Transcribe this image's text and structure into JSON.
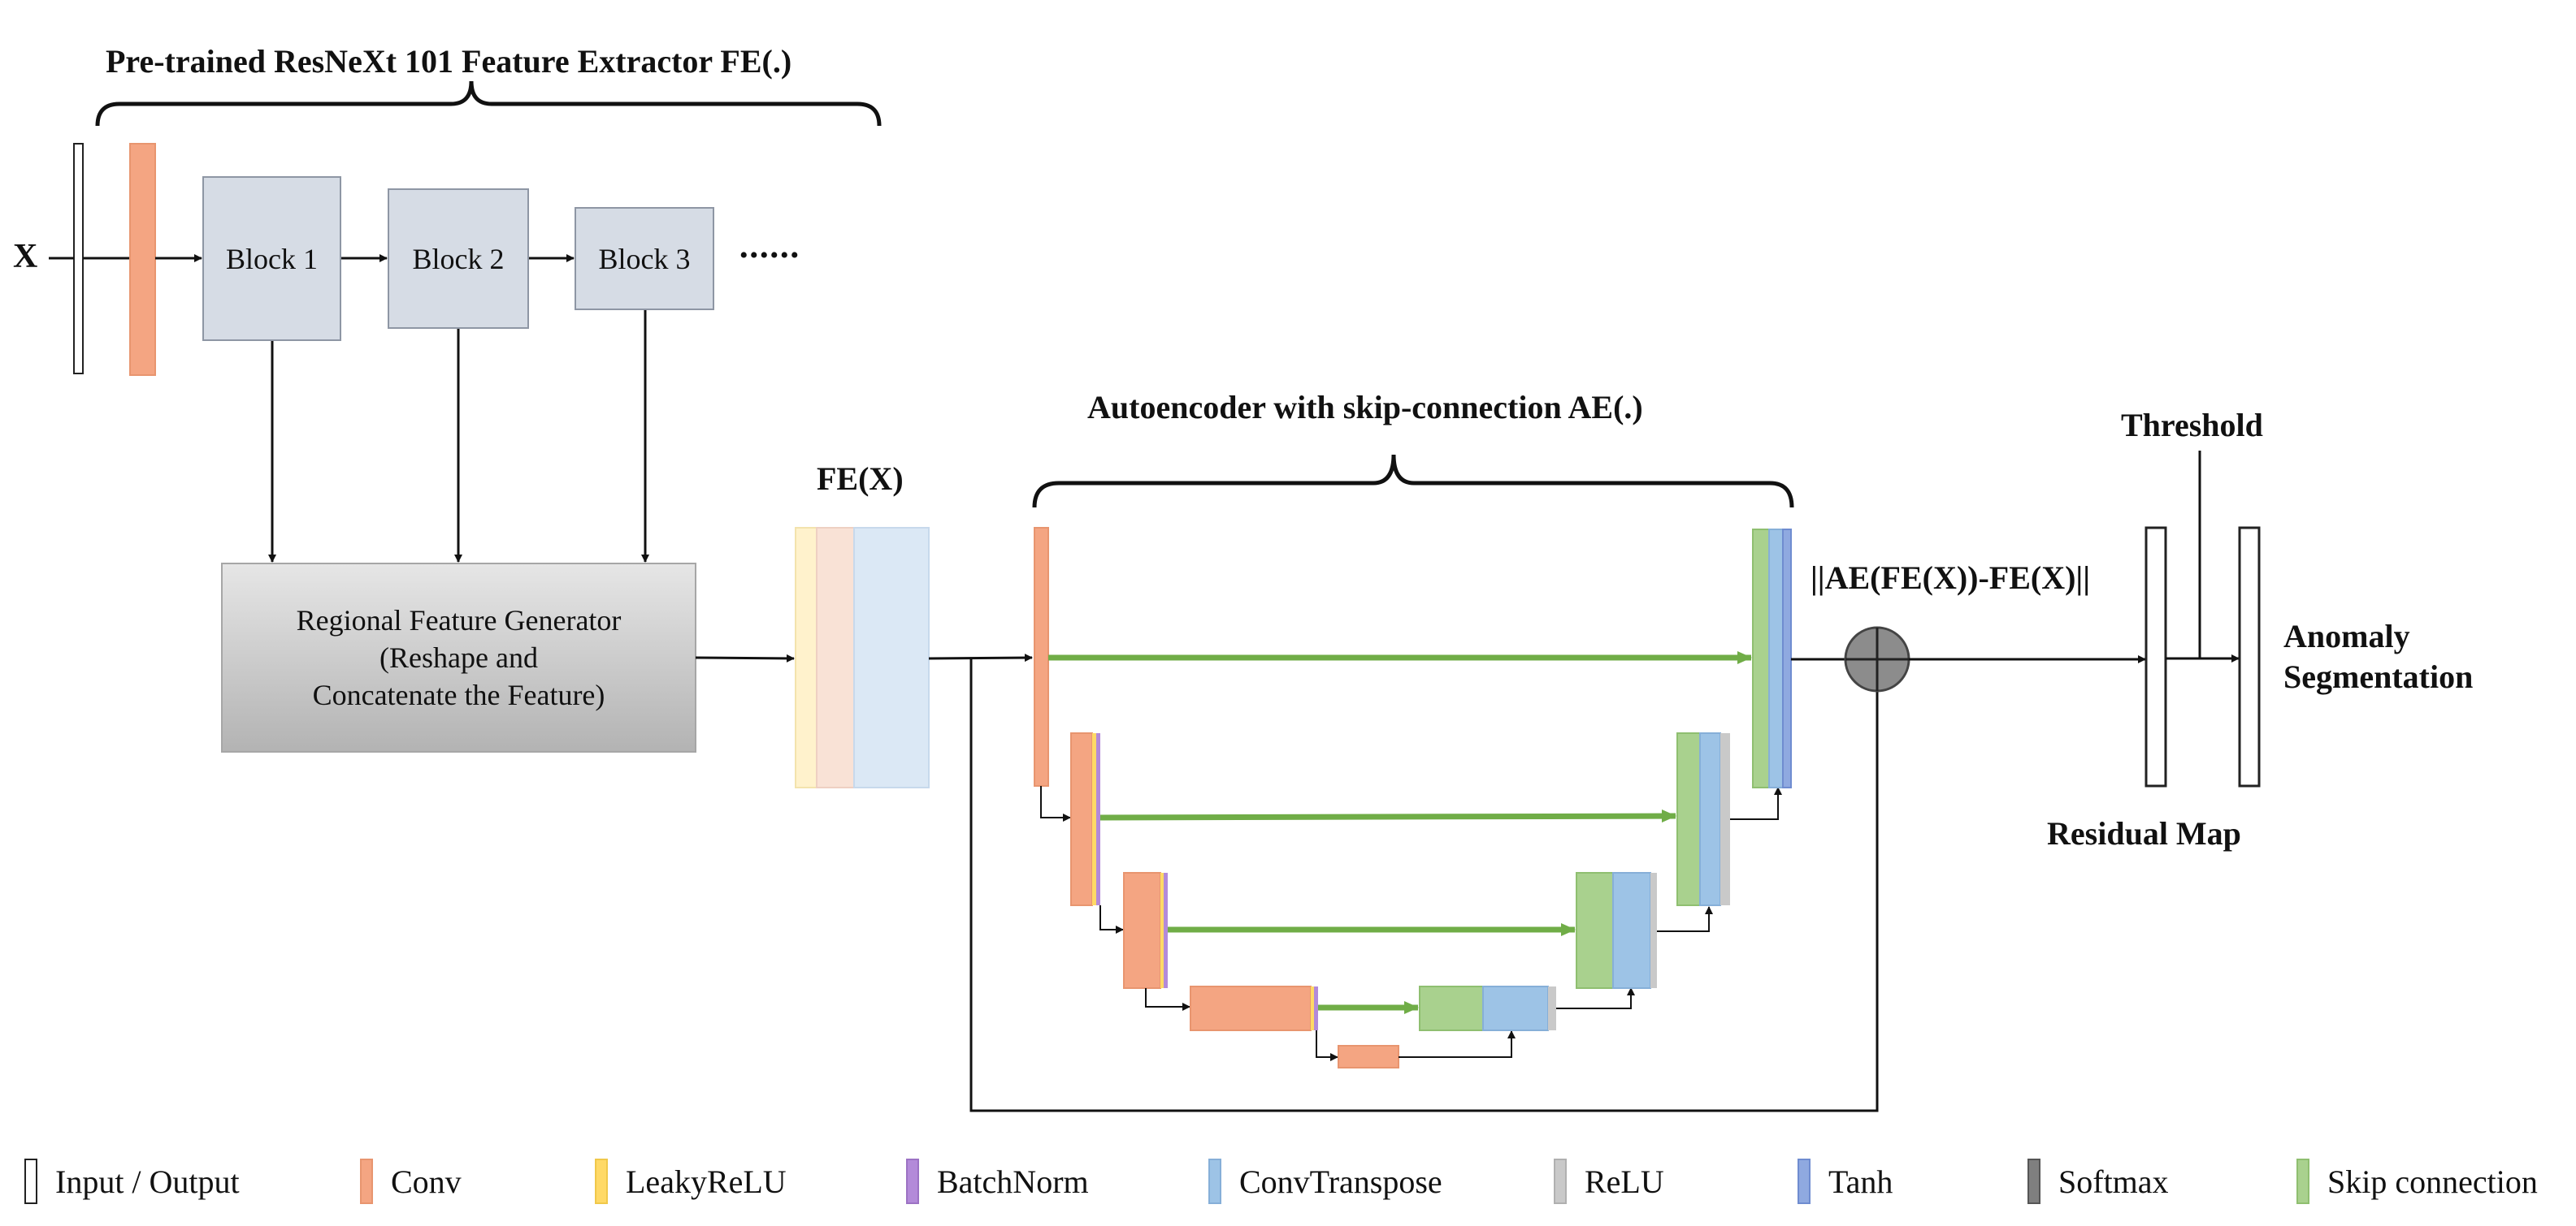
{
  "top_brace_label": "Pre-trained ResNeXt 101 Feature Extractor FE(.)",
  "input_label": "X",
  "blocks": [
    "Block 1",
    "Block 2",
    "Block 3"
  ],
  "ellipsis": "••••••",
  "generator": {
    "line1": "Regional Feature Generator",
    "line2": "(Reshape and",
    "line3": "Concatenate the Feature)"
  },
  "fe_label": "FE(X)",
  "ae_label": "Autoencoder with skip-connection AE(.)",
  "residual_formula": "||AE(FE(X))-FE(X)||",
  "threshold_label": "Threshold",
  "residual_map_label": "Residual Map",
  "anomaly": {
    "line1": "Anomaly",
    "line2": "Segmentation"
  },
  "legend": [
    {
      "key": "io",
      "label": "Input / Output",
      "color": "#ffffff",
      "border": "#222222"
    },
    {
      "key": "conv",
      "label": "Conv",
      "color": "#f4a582",
      "border": "#e8956f"
    },
    {
      "key": "leaky",
      "label": "LeakyReLU",
      "color": "#ffd966",
      "border": "#f0c84a"
    },
    {
      "key": "bn",
      "label": "BatchNorm",
      "color": "#b38ad9",
      "border": "#9c72c4"
    },
    {
      "key": "convt",
      "label": "ConvTranspose",
      "color": "#9dc3e6",
      "border": "#86afd8"
    },
    {
      "key": "relu",
      "label": "ReLU",
      "color": "#c9c9c9",
      "border": "#b0b0b0"
    },
    {
      "key": "tanh",
      "label": "Tanh",
      "color": "#8fa9e0",
      "border": "#6f8cd0"
    },
    {
      "key": "softmax",
      "label": "Softmax",
      "color": "#7f7f7f",
      "border": "#555555"
    },
    {
      "key": "skip",
      "label": "Skip connection",
      "color": "#a9d18e",
      "border": "#8fbf70"
    }
  ]
}
